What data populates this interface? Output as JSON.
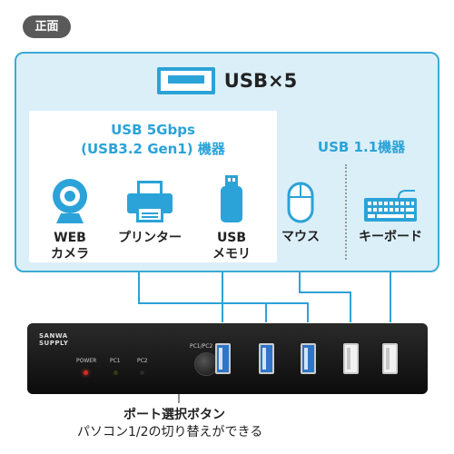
{
  "badge": "正面",
  "usb_title": "USB×5",
  "group_5g": {
    "title_line1": "USB 5Gbps",
    "title_line2": "(USB3.2 Gen1) 機器",
    "devices": [
      {
        "line1": "WEB",
        "line2": "カメラ",
        "icon": "webcam-icon"
      },
      {
        "line1": "プリンター",
        "line2": "",
        "icon": "printer-icon"
      },
      {
        "line1": "USB",
        "line2": "メモリ",
        "icon": "usb-memory-icon"
      }
    ]
  },
  "group_11": {
    "title": "USB 1.1機器",
    "devices": [
      {
        "line1": "マウス",
        "icon": "mouse-icon"
      },
      {
        "line1": "キーボード",
        "icon": "keyboard-icon"
      }
    ]
  },
  "device": {
    "logo_line1": "SANWA",
    "logo_line2": "SUPPLY",
    "power_label": "POWER",
    "pc1_label": "PC1",
    "pc2_label": "PC2",
    "switch_label": "PC1/PC2"
  },
  "caption": {
    "main": "ポート選択ボタン",
    "sub": "パソコン1/2の切り替えができる"
  },
  "colors": {
    "accent": "#2ba3d8",
    "panel_bg": "#dbeff8",
    "port_blue": "#2f76c9",
    "led_red": "#e0261c"
  }
}
